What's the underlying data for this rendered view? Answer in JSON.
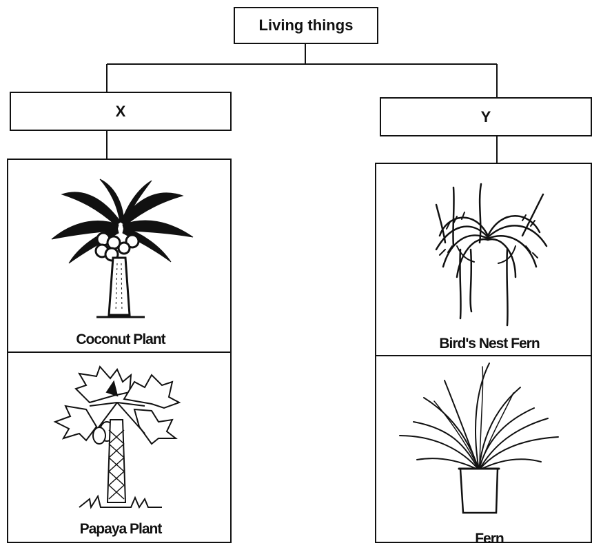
{
  "root": {
    "label": "Living things"
  },
  "groups": [
    {
      "label": "X",
      "items": [
        {
          "label": "Coconut Plant",
          "icon": "coconut-tree-icon"
        },
        {
          "label": "Papaya Plant",
          "icon": "papaya-tree-icon"
        }
      ]
    },
    {
      "label": "Y",
      "items": [
        {
          "label": "Bird's Nest Fern",
          "icon": "birds-nest-fern-icon"
        },
        {
          "label": "Fern",
          "icon": "potted-fern-icon"
        }
      ]
    }
  ]
}
